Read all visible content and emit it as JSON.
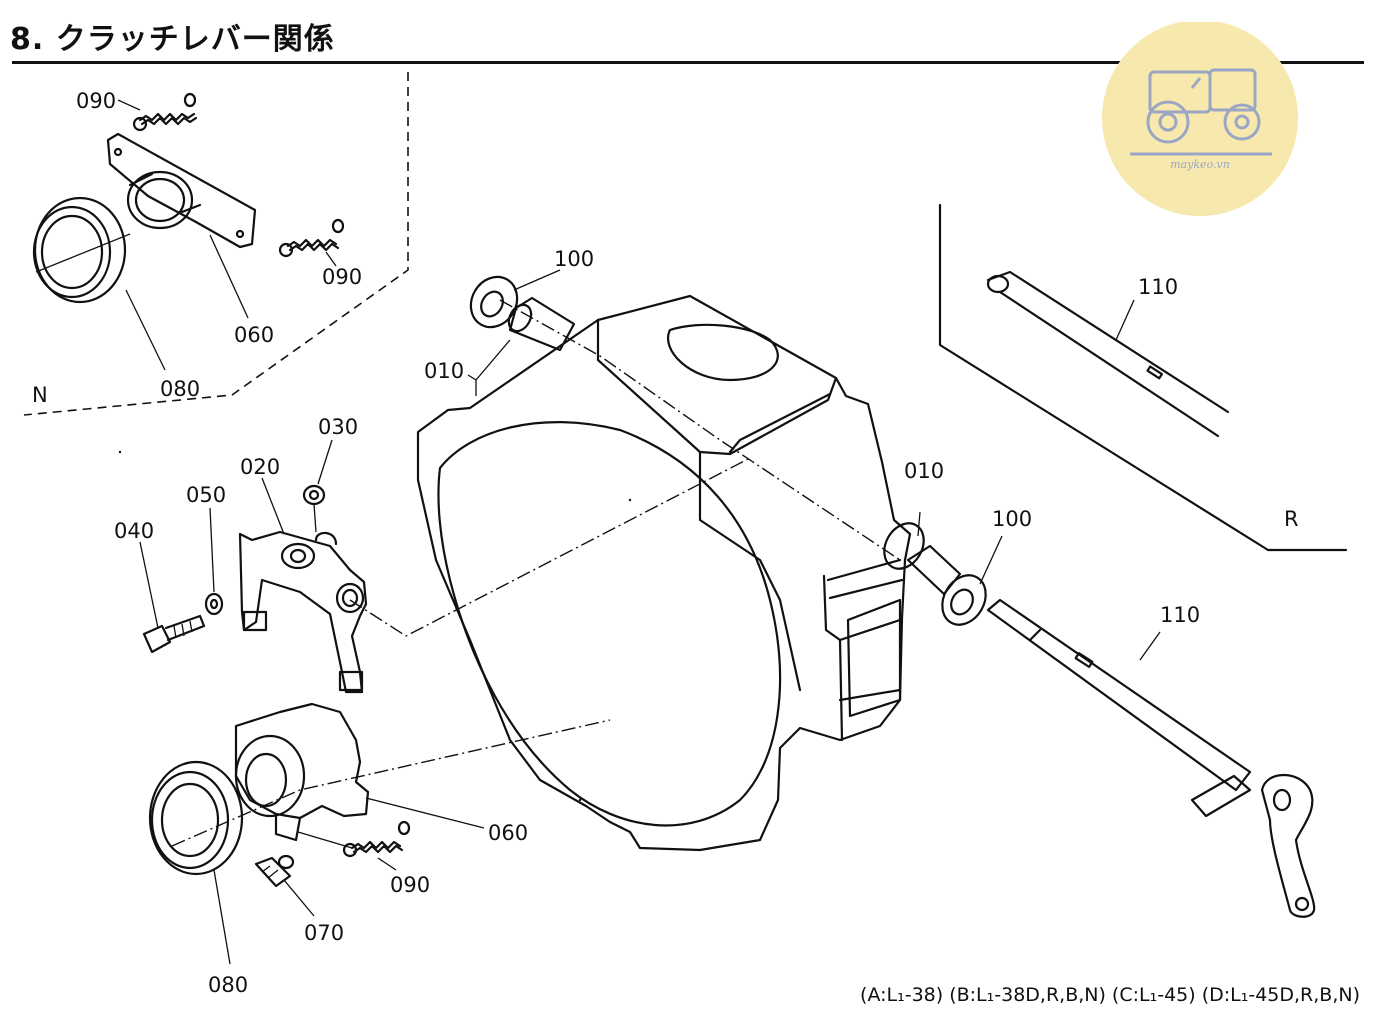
{
  "page_title": "8. クラッチレバー関係",
  "footnote": "(A:L₁-38) (B:L₁-38D,R,B,N) (C:L₁-45) (D:L₁-45D,R,B,N)",
  "watermark_text": "maykeo.vn",
  "inset_labels": {
    "n": "N",
    "r": "R"
  },
  "parts": {
    "p010_top": "010",
    "p010_right": "010",
    "p020": "020",
    "p030": "030",
    "p040": "040",
    "p050": "050",
    "p060_inset": "060",
    "p060_main": "060",
    "p070": "070",
    "p080_inset": "080",
    "p080_main": "080",
    "p090_inset_top": "090",
    "p090_inset_right": "090",
    "p090_main": "090",
    "p100_top": "100",
    "p100_right": "100",
    "p110_inset": "110",
    "p110_main": "110"
  },
  "colors": {
    "ink": "#111111",
    "watermark": "#f7e9ad",
    "watermark_ink": "#9aa6c4"
  }
}
